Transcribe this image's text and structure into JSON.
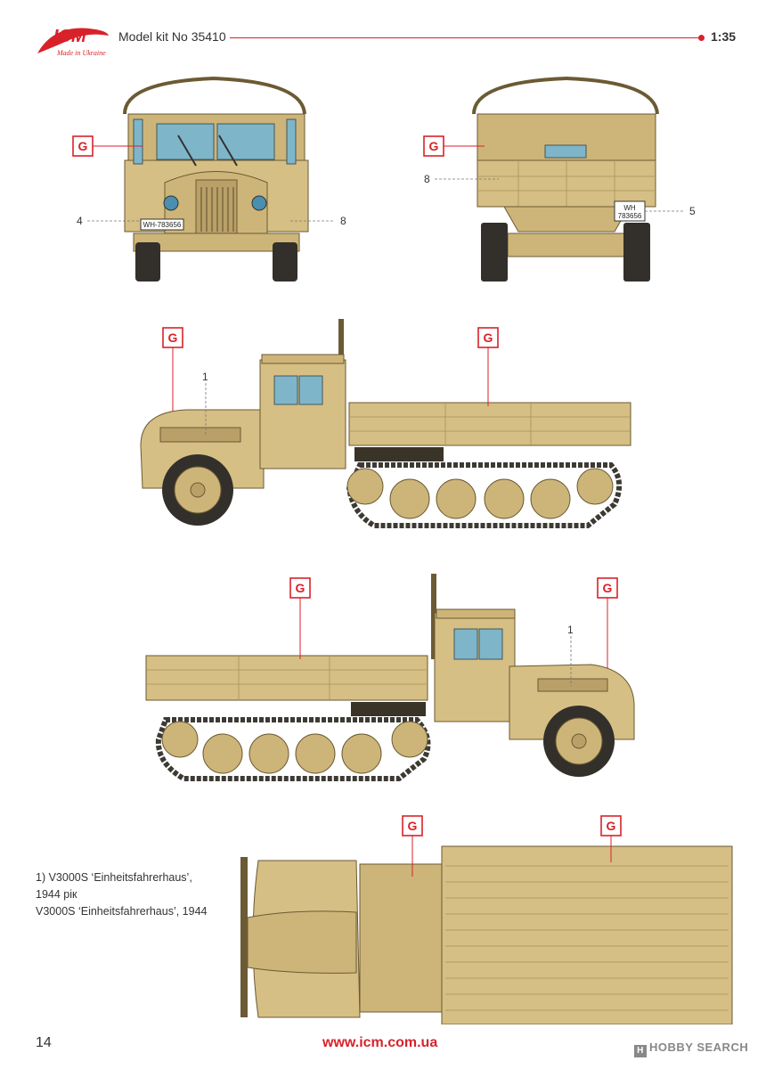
{
  "header": {
    "logo_text": "ICM",
    "logo_tagline": "Made in Ukraine",
    "kit_number": "Model kit No 35410",
    "scale": "1:35"
  },
  "plates": {
    "front": "WH-783656",
    "rear_top": "WH",
    "rear_bottom": "783656"
  },
  "callouts": {
    "color_code": "G",
    "n1": "1",
    "n4": "4",
    "n5": "5",
    "n8": "8"
  },
  "caption": {
    "line1": "1) V3000S ‘Einheitsfahrerhaus’,",
    "line2": "1944 рік",
    "line3": "V3000S ‘Einheitsfahrerhaus’, 1944"
  },
  "footer": {
    "page_number": "14",
    "website": "www.icm.com.ua",
    "watermark": "HOBBY SEARCH"
  },
  "colors": {
    "accent": "#d8222a",
    "vehicle": "#d6bf84",
    "glass": "#7fb5c9"
  }
}
